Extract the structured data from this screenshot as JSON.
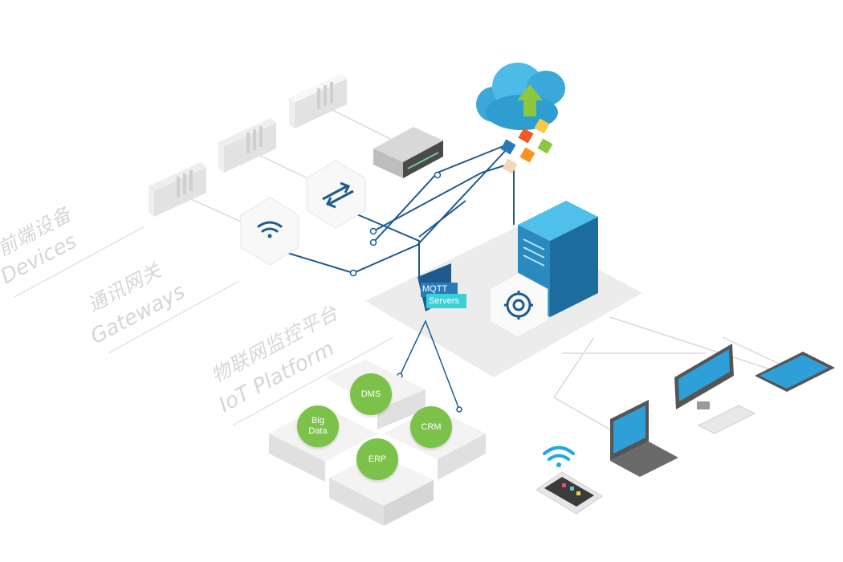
{
  "layers": {
    "devices": {
      "zh": "前端设备",
      "en": "Devices"
    },
    "gateways": {
      "zh": "通讯网关",
      "en": "Gateways"
    },
    "platform": {
      "zh": "物联网监控平台",
      "en": "IoT Platform"
    }
  },
  "mqtt": {
    "line1": "MQTT",
    "line2": "Servers"
  },
  "apps": {
    "dms": "DMS",
    "big_data": "Big\nData",
    "crm": "CRM",
    "erp": "ERP"
  },
  "colors": {
    "accent_blue": "#1e5a8e",
    "server_blue": "#2a8ac0",
    "app_green": "#7cc24a",
    "cloud_blue": "#3cb4e6",
    "label_gray": "#d6d6d6"
  }
}
